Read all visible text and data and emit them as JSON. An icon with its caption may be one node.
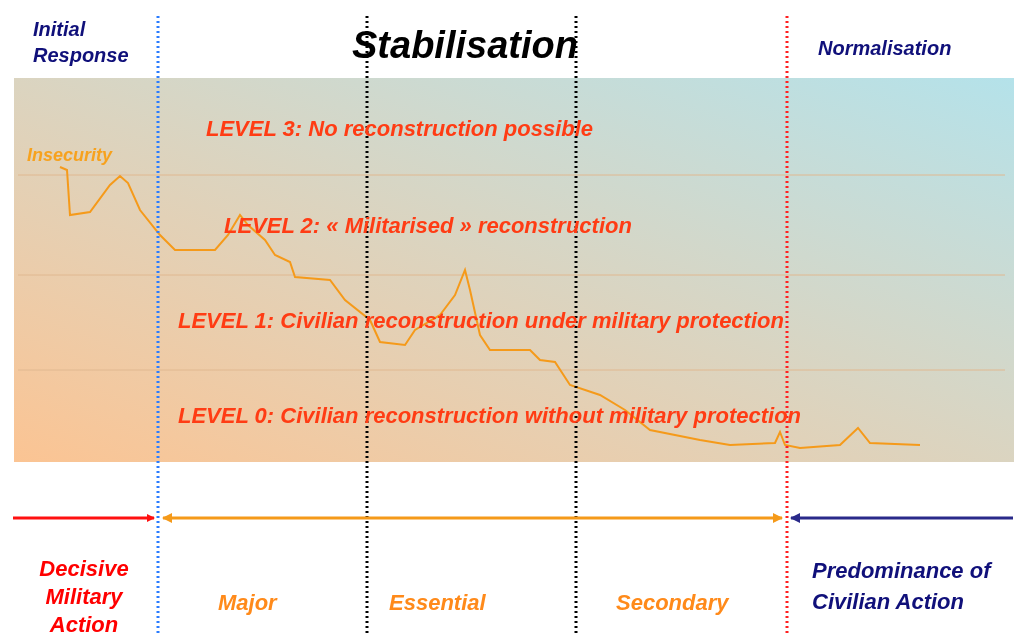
{
  "diagram": {
    "title": "Stabilisation",
    "labels": [
      "Initial Response",
      "Normalisation",
      "LEVEL 3: No reconstruction possible",
      "Insecurity",
      "LEVEL 2: « Militarised » reconstruction",
      "LEVEL 1: Civilian reconstruction under military protection",
      "LEVEL 0: Civilian reconstruction without military protection",
      "Decisive Military Action",
      "Major",
      "Essential",
      "Secondary",
      "Predominance of Civilian Action"
    ]
  }
}
